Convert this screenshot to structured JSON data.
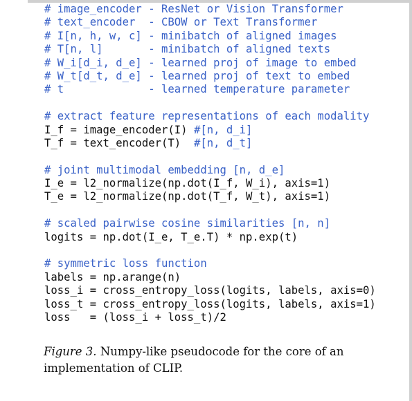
{
  "code": {
    "lines": [
      {
        "kind": "comment",
        "text": "# image_encoder - ResNet or Vision Transformer"
      },
      {
        "kind": "comment",
        "text": "# text_encoder  - CBOW or Text Transformer"
      },
      {
        "kind": "comment",
        "text": "# I[n, h, w, c] - minibatch of aligned images"
      },
      {
        "kind": "comment",
        "text": "# T[n, l]       - minibatch of aligned texts"
      },
      {
        "kind": "comment",
        "text": "# W_i[d_i, d_e] - learned proj of image to embed"
      },
      {
        "kind": "comment",
        "text": "# W_t[d_t, d_e] - learned proj of text to embed"
      },
      {
        "kind": "comment",
        "text": "# t             - learned temperature parameter"
      },
      {
        "kind": "blank",
        "text": ""
      },
      {
        "kind": "comment",
        "text": "# extract feature representations of each modality"
      },
      {
        "kind": "code",
        "text": "I_f = image_encoder(I) #[n, d_i]",
        "inline_comment": "#[n, d_i]"
      },
      {
        "kind": "code",
        "text": "T_f = text_encoder(T)  #[n, d_t]",
        "inline_comment": "#[n, d_t]"
      },
      {
        "kind": "blank",
        "text": ""
      },
      {
        "kind": "comment",
        "text": "# joint multimodal embedding [n, d_e]"
      },
      {
        "kind": "code",
        "text": "I_e = l2_normalize(np.dot(I_f, W_i), axis=1)"
      },
      {
        "kind": "code",
        "text": "T_e = l2_normalize(np.dot(T_f, W_t), axis=1)"
      },
      {
        "kind": "blank",
        "text": ""
      },
      {
        "kind": "comment",
        "text": "# scaled pairwise cosine similarities [n, n]"
      },
      {
        "kind": "code",
        "text": "logits = np.dot(I_e, T_e.T) * np.exp(t)"
      },
      {
        "kind": "blank",
        "text": ""
      },
      {
        "kind": "comment",
        "text": "# symmetric loss function"
      },
      {
        "kind": "code",
        "text": "labels = np.arange(n)"
      },
      {
        "kind": "code",
        "text": "loss_i = cross_entropy_loss(logits, labels, axis=0)"
      },
      {
        "kind": "code",
        "text": "loss_t = cross_entropy_loss(logits, labels, axis=1)"
      },
      {
        "kind": "code",
        "text": "loss   = (loss_i + loss_t)/2"
      }
    ]
  },
  "caption": {
    "label": "Figure 3.",
    "text": " Numpy-like pseudocode for the core of an implementation of CLIP."
  },
  "colors": {
    "comment": "#3a62c8",
    "code": "#111111",
    "background": "#ffffff"
  }
}
